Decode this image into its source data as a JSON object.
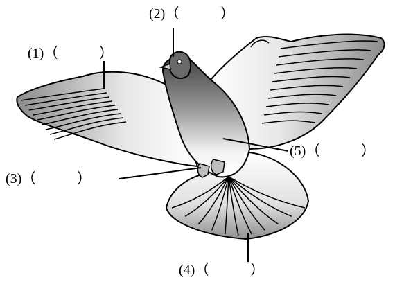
{
  "figure": {
    "subject": "pigeon",
    "labels": [
      {
        "id": "1",
        "text": "(1)（　　　）"
      },
      {
        "id": "2",
        "text": "(2)（　　　）"
      },
      {
        "id": "3",
        "text": "(3)（　　　）"
      },
      {
        "id": "4",
        "text": "(4)（　　　）"
      },
      {
        "id": "5",
        "text": "(5)（　　　）"
      }
    ]
  },
  "colors": {
    "outline": "#000000",
    "background": "#ffffff",
    "body_dark": "#4a4a4a",
    "body_light": "#f2f2f2"
  }
}
